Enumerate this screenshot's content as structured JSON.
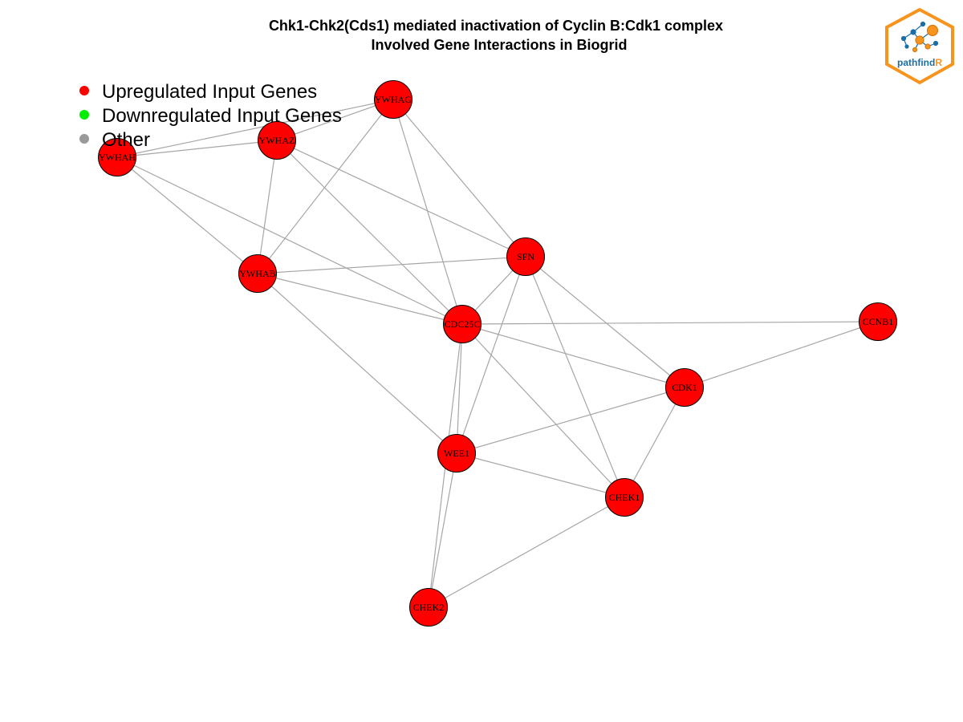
{
  "title": {
    "line1": "Chk1-Chk2(Cds1) mediated inactivation of Cyclin B:Cdk1 complex",
    "line2": "Involved Gene Interactions in Biogrid"
  },
  "legend": [
    {
      "label": "Upregulated Input Genes",
      "color": "#ff0000"
    },
    {
      "label": "Downregulated Input Genes",
      "color": "#00ee00"
    },
    {
      "label": "Other",
      "color": "#999999"
    }
  ],
  "logo": {
    "text_main": "pathfind",
    "text_accent": "R",
    "border_color": "#f7941d",
    "text_color": "#1b6ea8"
  },
  "colors": {
    "node_fill": "#ff0000",
    "node_stroke": "#000000",
    "edge": "#a6a6a6"
  },
  "nodes": [
    {
      "id": "YWHAG",
      "label": "YWHAG"
    },
    {
      "id": "YWHAZ",
      "label": "YWHAZ"
    },
    {
      "id": "YWHAH",
      "label": "YWHAH"
    },
    {
      "id": "YWHAB",
      "label": "YWHAB"
    },
    {
      "id": "SFN",
      "label": "SFN"
    },
    {
      "id": "CDC25C",
      "label": "CDC25C"
    },
    {
      "id": "CCNB1",
      "label": "CCNB1"
    },
    {
      "id": "CDK1",
      "label": "CDK1"
    },
    {
      "id": "WEE1",
      "label": "WEE1"
    },
    {
      "id": "CHEK1",
      "label": "CHEK1"
    },
    {
      "id": "CHEK2",
      "label": "CHEK2"
    }
  ],
  "edges": [
    [
      "YWHAG",
      "YWHAH"
    ],
    [
      "YWHAG",
      "YWHAZ"
    ],
    [
      "YWHAG",
      "YWHAB"
    ],
    [
      "YWHAG",
      "SFN"
    ],
    [
      "YWHAG",
      "CDC25C"
    ],
    [
      "YWHAZ",
      "YWHAH"
    ],
    [
      "YWHAZ",
      "YWHAB"
    ],
    [
      "YWHAZ",
      "SFN"
    ],
    [
      "YWHAZ",
      "CDC25C"
    ],
    [
      "YWHAH",
      "YWHAB"
    ],
    [
      "YWHAH",
      "CDC25C"
    ],
    [
      "YWHAB",
      "SFN"
    ],
    [
      "YWHAB",
      "CDC25C"
    ],
    [
      "YWHAB",
      "WEE1"
    ],
    [
      "SFN",
      "CDC25C"
    ],
    [
      "SFN",
      "WEE1"
    ],
    [
      "SFN",
      "CHEK1"
    ],
    [
      "SFN",
      "CDK1"
    ],
    [
      "CDC25C",
      "CCNB1"
    ],
    [
      "CDC25C",
      "CDK1"
    ],
    [
      "CDC25C",
      "WEE1"
    ],
    [
      "CDC25C",
      "CHEK1"
    ],
    [
      "CCNB1",
      "CDK1"
    ],
    [
      "CDK1",
      "WEE1"
    ],
    [
      "CDK1",
      "CHEK1"
    ],
    [
      "WEE1",
      "CHEK1"
    ],
    [
      "WEE1",
      "CHEK2"
    ],
    [
      "CHEK1",
      "CHEK2"
    ],
    [
      "CDC25C",
      "CHEK2"
    ]
  ]
}
